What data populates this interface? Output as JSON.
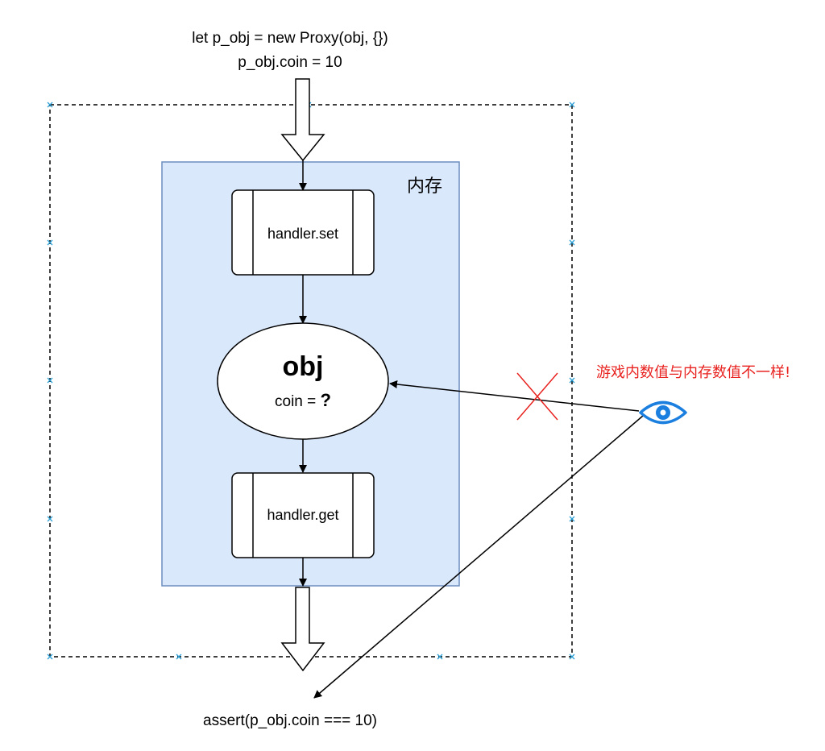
{
  "code_top": {
    "line1": "let p_obj = new Proxy(obj, {})",
    "line2": "p_obj.coin = 10"
  },
  "memory": {
    "label": "内存"
  },
  "nodes": {
    "set": "handler.set",
    "get": "handler.get",
    "obj_title": "obj",
    "obj_field_name": "coin = ",
    "obj_field_value": "?"
  },
  "warning": "游戏内数值与内存数值不一样!",
  "assert": "assert(p_obj.coin === 10)",
  "colors": {
    "memory_fill": "#dae8fc",
    "memory_stroke": "#6c8ebf",
    "warning": "#e8221f",
    "eye": "#1b7fe0",
    "cross": "#e8221f"
  },
  "icons": {
    "eye": "eye-icon",
    "cross": "cross-icon"
  }
}
